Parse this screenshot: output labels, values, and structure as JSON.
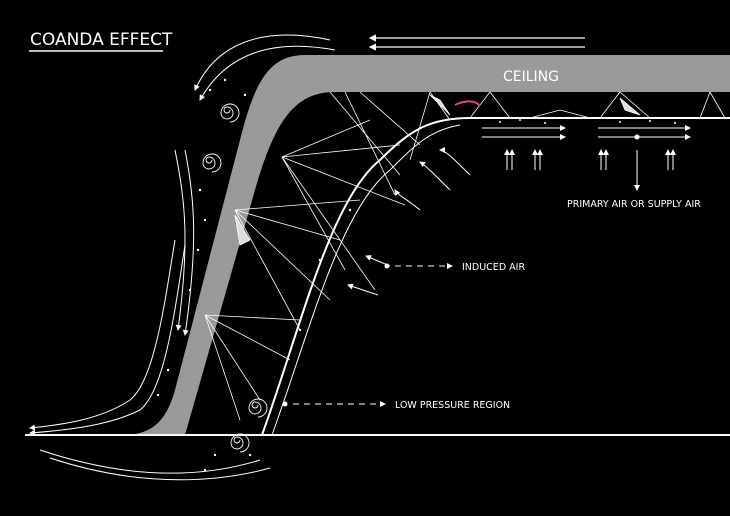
{
  "title": "COANDA EFFECT",
  "labels": {
    "ceiling": "CEILING",
    "primary_air": "PRIMARY AIR OR SUPPLY AIR",
    "induced_air": "INDUCED AIR",
    "low_pressure": "LOW PRESSURE REGION"
  },
  "colors": {
    "background": "#000000",
    "ceiling": "#9a9a9a",
    "lines": "#ffffff",
    "accent": "#e0457b"
  }
}
